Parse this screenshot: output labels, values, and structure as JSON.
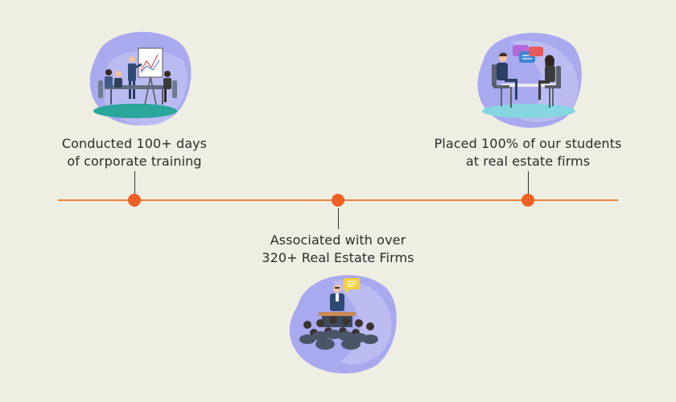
{
  "milestones": [
    {
      "line1": "Conducted 100+ days",
      "line2": "of corporate training",
      "icon": "corporate-training-illustration"
    },
    {
      "line1": "Associated with over",
      "line2": "320+ Real Estate Firms",
      "icon": "presentation-audience-illustration"
    },
    {
      "line1": "Placed 100% of our students",
      "line2": "at real estate firms",
      "icon": "interview-meeting-illustration"
    }
  ],
  "colors": {
    "background": "#efeee3",
    "timeline": "#e8823a",
    "dot": "#ee6023",
    "blob": "#a9a9ef",
    "text": "#2c2c2c"
  }
}
